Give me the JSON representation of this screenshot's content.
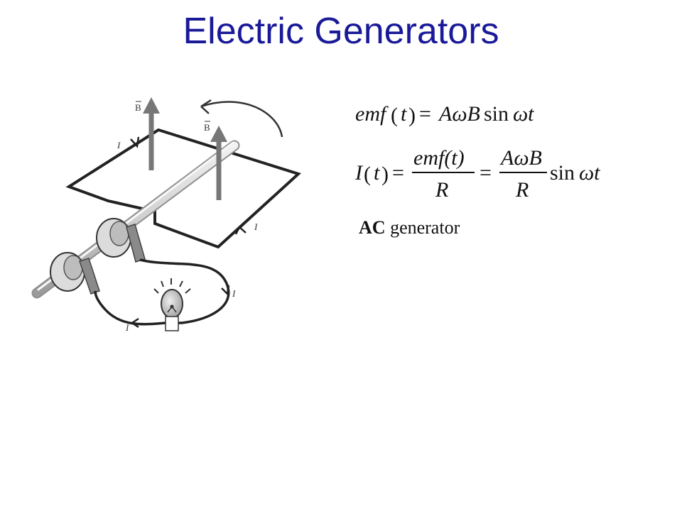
{
  "slide": {
    "title": "Electric Generators",
    "caption_bold": "AC",
    "caption_rest": " generator"
  },
  "diagram": {
    "field_label": "B",
    "current_label": "I"
  },
  "equations": {
    "eq1_lhs_fn": "emf",
    "eq1_lhs_arg": "t",
    "eq1_equals": "=",
    "eq1_rhs_vars": "AωB",
    "eq1_sin": "sin",
    "eq1_angle": "ωt",
    "eq2_lhs_fn": "I",
    "eq2_lhs_arg": "t",
    "eq2_equals": "=",
    "eq2_num1": "emf(t)",
    "eq2_den1": "R",
    "eq2_num2": "AωB",
    "eq2_den2": "R",
    "eq2_sin": "sin",
    "eq2_angle": "ωt"
  },
  "colors": {
    "title": "#1a1a99",
    "wire": "#222222",
    "field_arrow": "#777777",
    "axle": "#c8c8c8"
  }
}
